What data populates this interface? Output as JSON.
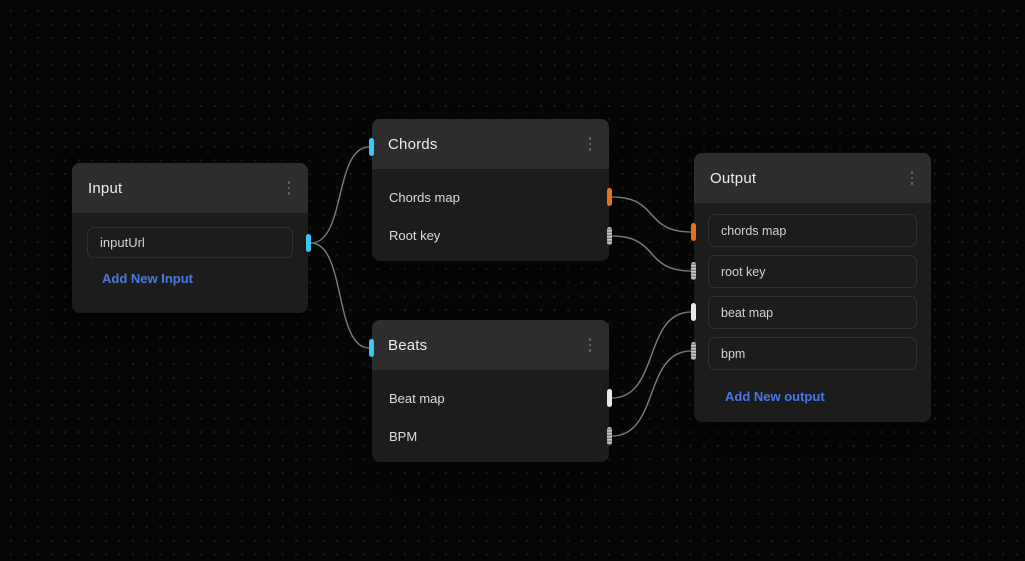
{
  "colors": {
    "accent_cyan": "#3cc7f2",
    "accent_orange": "#e8721c",
    "port_white": "#e9e9e9",
    "port_gray": "#9d9d9d",
    "wire": "#7d7d7d",
    "link_blue": "#4b79e0"
  },
  "nodes": {
    "input": {
      "title": "Input",
      "field": {
        "value": "inputUrl"
      },
      "action": "Add New Input"
    },
    "chords": {
      "title": "Chords",
      "rows": [
        {
          "label": "Chords map"
        },
        {
          "label": "Root key"
        }
      ]
    },
    "beats": {
      "title": "Beats",
      "rows": [
        {
          "label": "Beat map"
        },
        {
          "label": "BPM"
        }
      ]
    },
    "output": {
      "title": "Output",
      "fields": [
        {
          "label": "chords map"
        },
        {
          "label": "root key"
        },
        {
          "label": "beat map"
        },
        {
          "label": "bpm"
        }
      ],
      "action": "Add New output"
    }
  },
  "edges": [
    {
      "from": "input-out",
      "to": "chords-in"
    },
    {
      "from": "input-out",
      "to": "beats-in"
    },
    {
      "from": "chords-out-map",
      "to": "output-in-chordsmap"
    },
    {
      "from": "chords-out-rootkey",
      "to": "output-in-rootkey"
    },
    {
      "from": "beats-out-map",
      "to": "output-in-beatmap"
    },
    {
      "from": "beats-out-bpm",
      "to": "output-in-bpm"
    }
  ]
}
